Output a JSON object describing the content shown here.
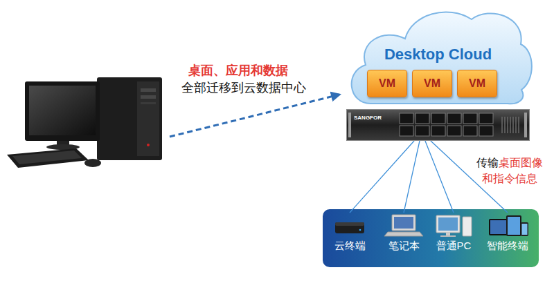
{
  "diagram": {
    "nodes": [
      {
        "text": [
          "Desktop Cloud"
        ]
      },
      {
        "text": [
          "VM"
        ],
        "in": 0
      },
      {
        "text": [
          "VM"
        ],
        "in": 0
      },
      {
        "text": [
          "VM"
        ],
        "in": 0
      },
      {
        "text": [
          "SANGFOR"
        ]
      },
      {
        "text": [
          "云终端"
        ]
      },
      {
        "text": [
          "笔记本"
        ]
      },
      {
        "text": [
          "普通PC"
        ]
      },
      {
        "text": [
          "智能终端"
        ]
      }
    ],
    "edges": [
      {
        "from": 4,
        "to": 5,
        "arrow": "none"
      },
      {
        "from": 4,
        "to": 6,
        "arrow": "none"
      },
      {
        "from": 4,
        "to": 7,
        "arrow": "none"
      },
      {
        "from": 4,
        "to": 8,
        "arrow": "none"
      }
    ],
    "labels": [
      "桌面、应用和数据",
      "全部迁移到云数据中心",
      "传输",
      "桌面图像",
      "和指令信息"
    ]
  }
}
